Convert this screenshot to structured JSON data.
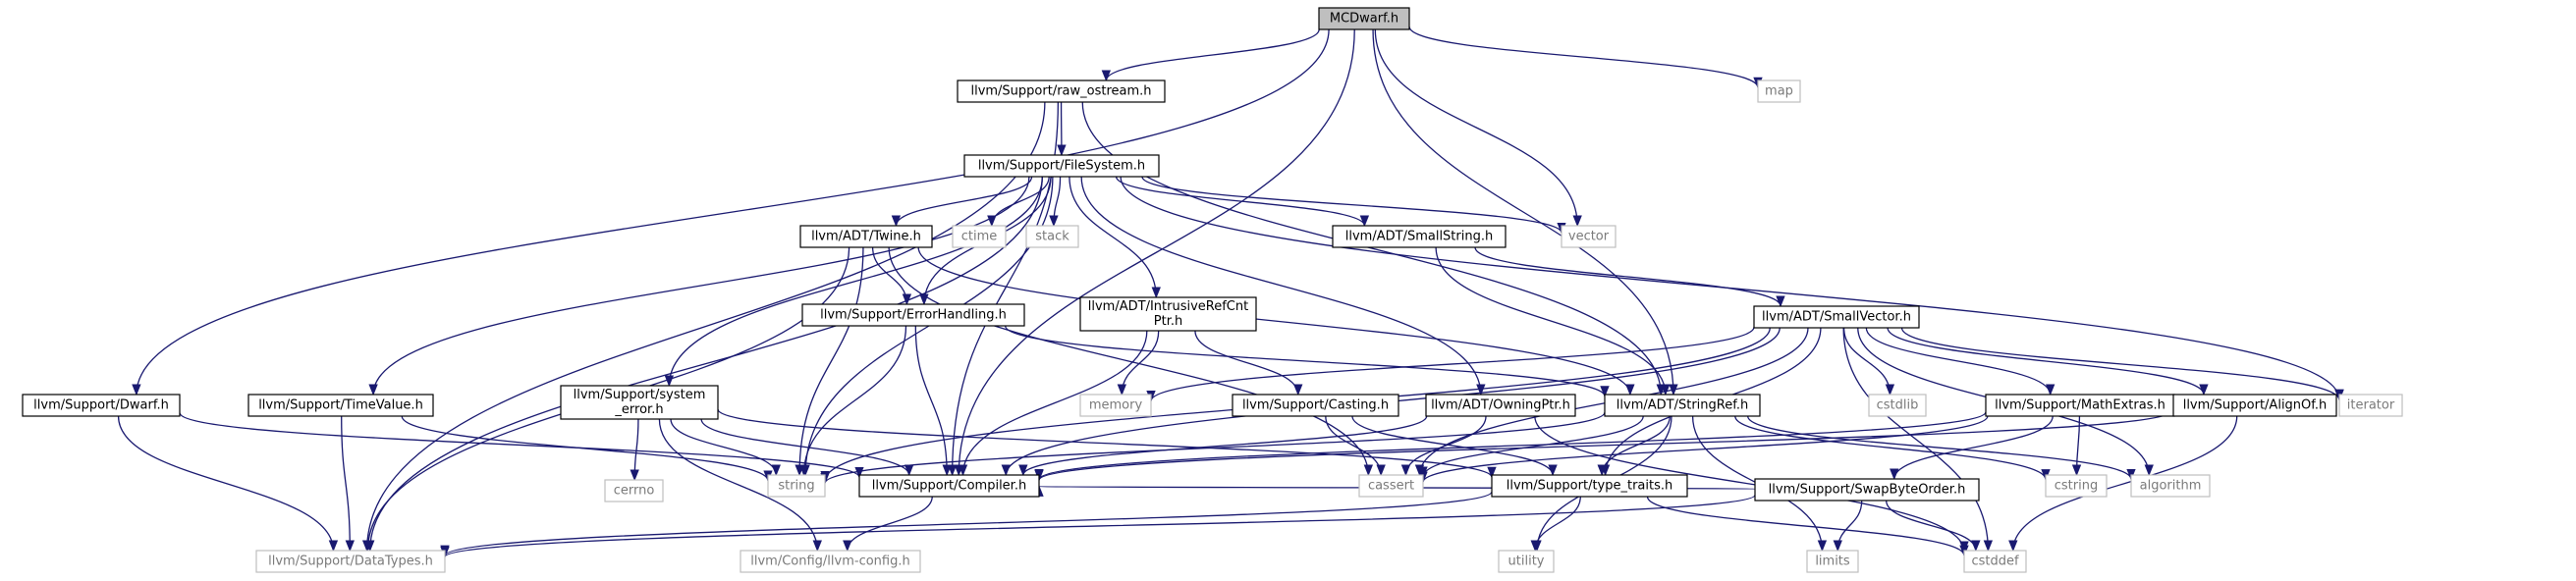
{
  "title": "",
  "colors": {
    "edge": "#191970",
    "root_fill": "#bfbfbf",
    "external_text": "#7a7a7a",
    "external_border": "#bfbfbf"
  },
  "nodes": [
    {
      "id": "mcdwarf",
      "label": "MCDwarf.h",
      "kind": "root"
    },
    {
      "id": "raw_ostream",
      "label": "llvm/Support/raw_ostream.h",
      "kind": "std"
    },
    {
      "id": "map",
      "label": "map",
      "kind": "ext"
    },
    {
      "id": "filesystem",
      "label": "llvm/Support/FileSystem.h",
      "kind": "std"
    },
    {
      "id": "twine",
      "label": "llvm/ADT/Twine.h",
      "kind": "std"
    },
    {
      "id": "ctime",
      "label": "ctime",
      "kind": "ext"
    },
    {
      "id": "stack",
      "label": "stack",
      "kind": "ext"
    },
    {
      "id": "smallstring",
      "label": "llvm/ADT/SmallString.h",
      "kind": "std"
    },
    {
      "id": "vector",
      "label": "vector",
      "kind": "ext"
    },
    {
      "id": "errorhandling",
      "label": "llvm/Support/ErrorHandling.h",
      "kind": "std"
    },
    {
      "id": "intrusive",
      "label": [
        "llvm/ADT/IntrusiveRefCnt",
        "Ptr.h"
      ],
      "kind": "std"
    },
    {
      "id": "smallvector",
      "label": "llvm/ADT/SmallVector.h",
      "kind": "std"
    },
    {
      "id": "iterator",
      "label": "iterator",
      "kind": "ext"
    },
    {
      "id": "dwarf",
      "label": "llvm/Support/Dwarf.h",
      "kind": "std"
    },
    {
      "id": "timevalue",
      "label": "llvm/Support/TimeValue.h",
      "kind": "std"
    },
    {
      "id": "system_error",
      "label": [
        "llvm/Support/system",
        "_error.h"
      ],
      "kind": "std"
    },
    {
      "id": "memory",
      "label": "memory",
      "kind": "ext"
    },
    {
      "id": "casting",
      "label": "llvm/Support/Casting.h",
      "kind": "std"
    },
    {
      "id": "owningptr",
      "label": "llvm/ADT/OwningPtr.h",
      "kind": "std"
    },
    {
      "id": "stringref",
      "label": "llvm/ADT/StringRef.h",
      "kind": "std"
    },
    {
      "id": "cstdlib",
      "label": "cstdlib",
      "kind": "ext"
    },
    {
      "id": "mathextras",
      "label": "llvm/Support/MathExtras.h",
      "kind": "std"
    },
    {
      "id": "alignof",
      "label": "llvm/Support/AlignOf.h",
      "kind": "std"
    },
    {
      "id": "cerrno",
      "label": "cerrno",
      "kind": "ext"
    },
    {
      "id": "string",
      "label": "string",
      "kind": "ext"
    },
    {
      "id": "compiler",
      "label": "llvm/Support/Compiler.h",
      "kind": "std"
    },
    {
      "id": "cassert",
      "label": "cassert",
      "kind": "ext"
    },
    {
      "id": "type_traits",
      "label": "llvm/Support/type_traits.h",
      "kind": "std"
    },
    {
      "id": "cstring",
      "label": "cstring",
      "kind": "ext"
    },
    {
      "id": "algorithm",
      "label": "algorithm",
      "kind": "ext"
    },
    {
      "id": "swapbyteorder",
      "label": "llvm/Support/SwapByteOrder.h",
      "kind": "std"
    },
    {
      "id": "datatypes",
      "label": "llvm/Support/DataTypes.h",
      "kind": "ext"
    },
    {
      "id": "llvmconfig",
      "label": "llvm/Config/llvm-config.h",
      "kind": "ext"
    },
    {
      "id": "utility",
      "label": "utility",
      "kind": "ext"
    },
    {
      "id": "limits",
      "label": "limits",
      "kind": "ext"
    },
    {
      "id": "cstddef",
      "label": "cstddef",
      "kind": "ext"
    }
  ],
  "edges": [
    [
      "mcdwarf",
      "raw_ostream"
    ],
    [
      "mcdwarf",
      "map"
    ],
    [
      "mcdwarf",
      "vector"
    ],
    [
      "mcdwarf",
      "dwarf"
    ],
    [
      "mcdwarf",
      "compiler"
    ],
    [
      "mcdwarf",
      "stringref"
    ],
    [
      "raw_ostream",
      "filesystem"
    ],
    [
      "raw_ostream",
      "stringref"
    ],
    [
      "raw_ostream",
      "compiler"
    ],
    [
      "raw_ostream",
      "datatypes"
    ],
    [
      "filesystem",
      "twine"
    ],
    [
      "filesystem",
      "ctime"
    ],
    [
      "filesystem",
      "stack"
    ],
    [
      "filesystem",
      "smallstring"
    ],
    [
      "filesystem",
      "vector"
    ],
    [
      "filesystem",
      "errorhandling"
    ],
    [
      "filesystem",
      "intrusive"
    ],
    [
      "filesystem",
      "owningptr"
    ],
    [
      "filesystem",
      "system_error"
    ],
    [
      "filesystem",
      "timevalue"
    ],
    [
      "filesystem",
      "datatypes"
    ],
    [
      "filesystem",
      "iterator"
    ],
    [
      "filesystem",
      "string"
    ],
    [
      "twine",
      "errorhandling"
    ],
    [
      "twine",
      "stringref"
    ],
    [
      "twine",
      "string"
    ],
    [
      "twine",
      "datatypes"
    ],
    [
      "twine",
      "cassert"
    ],
    [
      "smallstring",
      "smallvector"
    ],
    [
      "smallstring",
      "stringref"
    ],
    [
      "errorhandling",
      "compiler"
    ],
    [
      "errorhandling",
      "string"
    ],
    [
      "errorhandling",
      "stringref"
    ],
    [
      "intrusive",
      "memory"
    ],
    [
      "intrusive",
      "casting"
    ],
    [
      "intrusive",
      "compiler"
    ],
    [
      "smallvector",
      "memory"
    ],
    [
      "smallvector",
      "cstdlib"
    ],
    [
      "smallvector",
      "mathextras"
    ],
    [
      "smallvector",
      "alignof"
    ],
    [
      "smallvector",
      "iterator"
    ],
    [
      "smallvector",
      "algorithm"
    ],
    [
      "smallvector",
      "cstddef"
    ],
    [
      "smallvector",
      "cassert"
    ],
    [
      "smallvector",
      "compiler"
    ],
    [
      "smallvector",
      "type_traits"
    ],
    [
      "smallvector",
      "string"
    ],
    [
      "dwarf",
      "datatypes"
    ],
    [
      "dwarf",
      "compiler"
    ],
    [
      "timevalue",
      "datatypes"
    ],
    [
      "timevalue",
      "string"
    ],
    [
      "system_error",
      "cerrno"
    ],
    [
      "system_error",
      "string"
    ],
    [
      "system_error",
      "compiler"
    ],
    [
      "system_error",
      "llvmconfig"
    ],
    [
      "system_error",
      "type_traits"
    ],
    [
      "casting",
      "cassert"
    ],
    [
      "casting",
      "type_traits"
    ],
    [
      "owningptr",
      "compiler"
    ],
    [
      "owningptr",
      "cassert"
    ],
    [
      "owningptr",
      "cstddef"
    ],
    [
      "stringref",
      "type_traits"
    ],
    [
      "stringref",
      "algorithm"
    ],
    [
      "stringref",
      "cassert"
    ],
    [
      "stringref",
      "cstring"
    ],
    [
      "stringref",
      "limits"
    ],
    [
      "stringref",
      "string"
    ],
    [
      "stringref",
      "utility"
    ],
    [
      "mathextras",
      "swapbyteorder"
    ],
    [
      "mathextras",
      "cassert"
    ],
    [
      "mathextras",
      "cstring"
    ],
    [
      "mathextras",
      "compiler"
    ],
    [
      "alignof",
      "cstddef"
    ],
    [
      "alignof",
      "compiler"
    ],
    [
      "compiler",
      "llvmconfig"
    ],
    [
      "type_traits",
      "utility"
    ],
    [
      "type_traits",
      "cstddef"
    ],
    [
      "type_traits",
      "datatypes"
    ],
    [
      "swapbyteorder",
      "datatypes"
    ],
    [
      "swapbyteorder",
      "limits"
    ],
    [
      "swapbyteorder",
      "cstddef"
    ],
    [
      "swapbyteorder",
      "compiler"
    ]
  ]
}
